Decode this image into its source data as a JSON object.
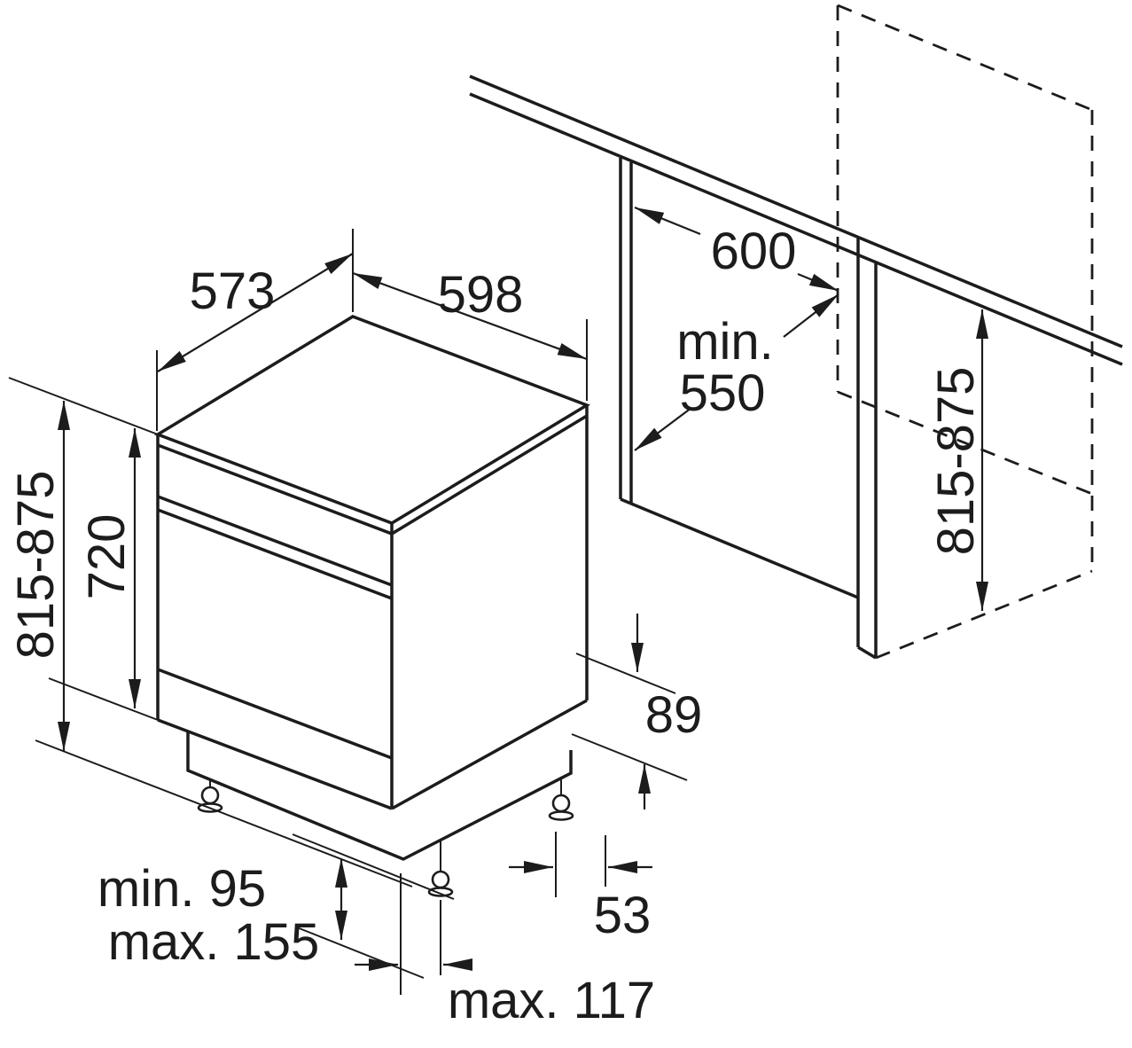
{
  "diagram": {
    "background_color": "#ffffff",
    "line_color": "#1c1c1c",
    "dimensions": {
      "depth_top": "573",
      "width_top": "598",
      "niche_width": "600",
      "niche_depth_prefix": "min.",
      "niche_depth_value": "550",
      "niche_height_right": "815-875",
      "overall_height_left": "815-875",
      "door_height": "720",
      "base_clearance": "89",
      "foot_offset": "53",
      "plinth_min": "min. 95",
      "plinth_max": "max. 155",
      "foot_adjust_max": "max. 117"
    }
  }
}
